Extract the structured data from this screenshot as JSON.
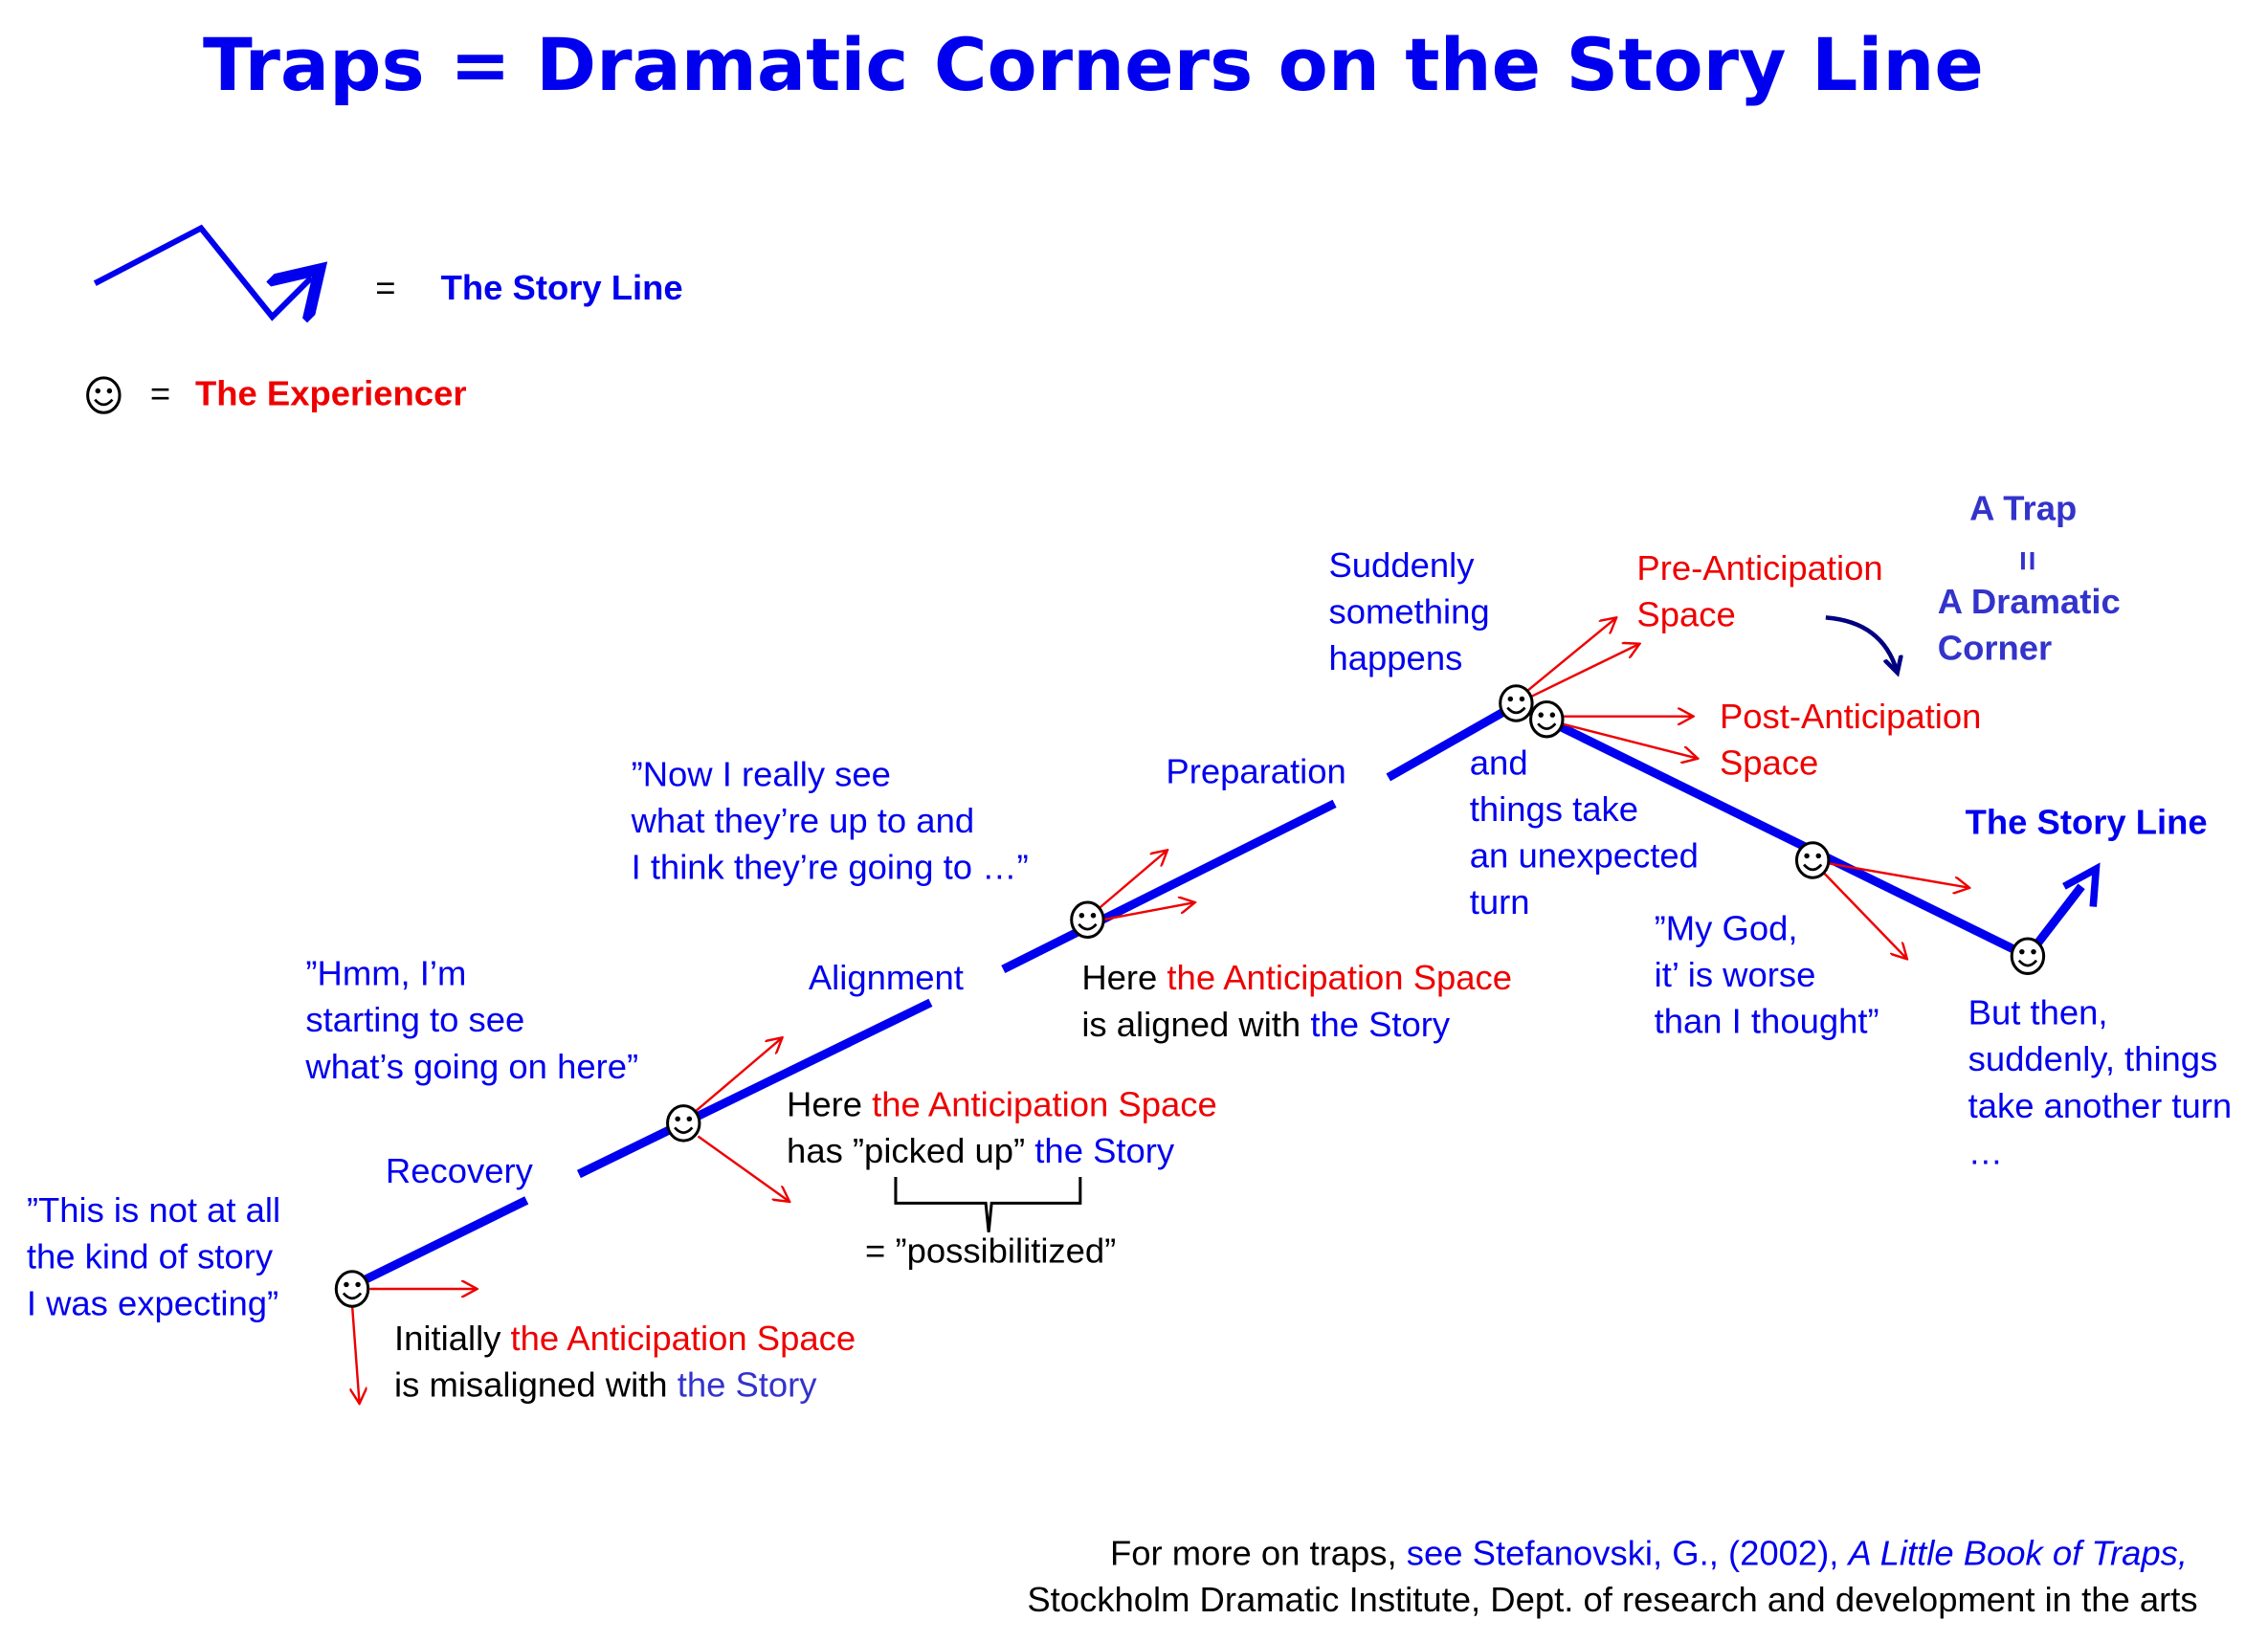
{
  "title": "Traps = Dramatic Corners on the Story Line",
  "legend": {
    "equals": "=",
    "story_line": "The Story Line",
    "experiencer": "The Experiencer"
  },
  "stages": {
    "recovery": "Recovery",
    "alignment": "Alignment",
    "preparation": "Preparation"
  },
  "quotes": {
    "q1": [
      "”This is not at all",
      "the kind of story",
      "I was expecting”"
    ],
    "q2": [
      "”Hmm, I’m",
      "starting to see",
      "what’s going on here”"
    ],
    "q3": [
      "”Now I really see",
      "what they’re up to and",
      "I think they’re going to …”"
    ],
    "q4": [
      "”My God,",
      "it’ is worse",
      "than I thought”"
    ]
  },
  "notes": {
    "initially": {
      "a": "Initially ",
      "b": "the Anticipation Space",
      "c": "is misaligned with ",
      "d": "the Story"
    },
    "picked": {
      "a": "Here ",
      "b": "the Anticipation Space",
      "c": "has ”picked up” ",
      "d": "the Story",
      "e": "= ”possibilitized”"
    },
    "aligned": {
      "a": "Here ",
      "b": "the Anticipation Space",
      "c": "is aligned with ",
      "d": "the Story"
    },
    "suddenly": [
      "Suddenly",
      "something",
      "happens"
    ],
    "turn": [
      "and",
      "things take",
      "an unexpected",
      "turn"
    ],
    "pre": [
      "Pre-Anticipation",
      "Space"
    ],
    "post": [
      "Post-Anticipation",
      "Space"
    ],
    "trap": [
      "A Trap",
      "=",
      "A Dramatic",
      "Corner"
    ],
    "story_line": "The Story Line",
    "but_then": [
      "But then,",
      "suddenly, things",
      "take another turn",
      "…"
    ]
  },
  "footer": {
    "a": "For more on traps, ",
    "b": "see Stefanovski, G., (2002), ",
    "c": "A Little Book of Traps,",
    "d": "Stockholm Dramatic Institute, Dept. of research and development in the arts"
  },
  "colors": {
    "blue": "#0000ee",
    "red": "#ee0000",
    "navy": "#000080"
  }
}
